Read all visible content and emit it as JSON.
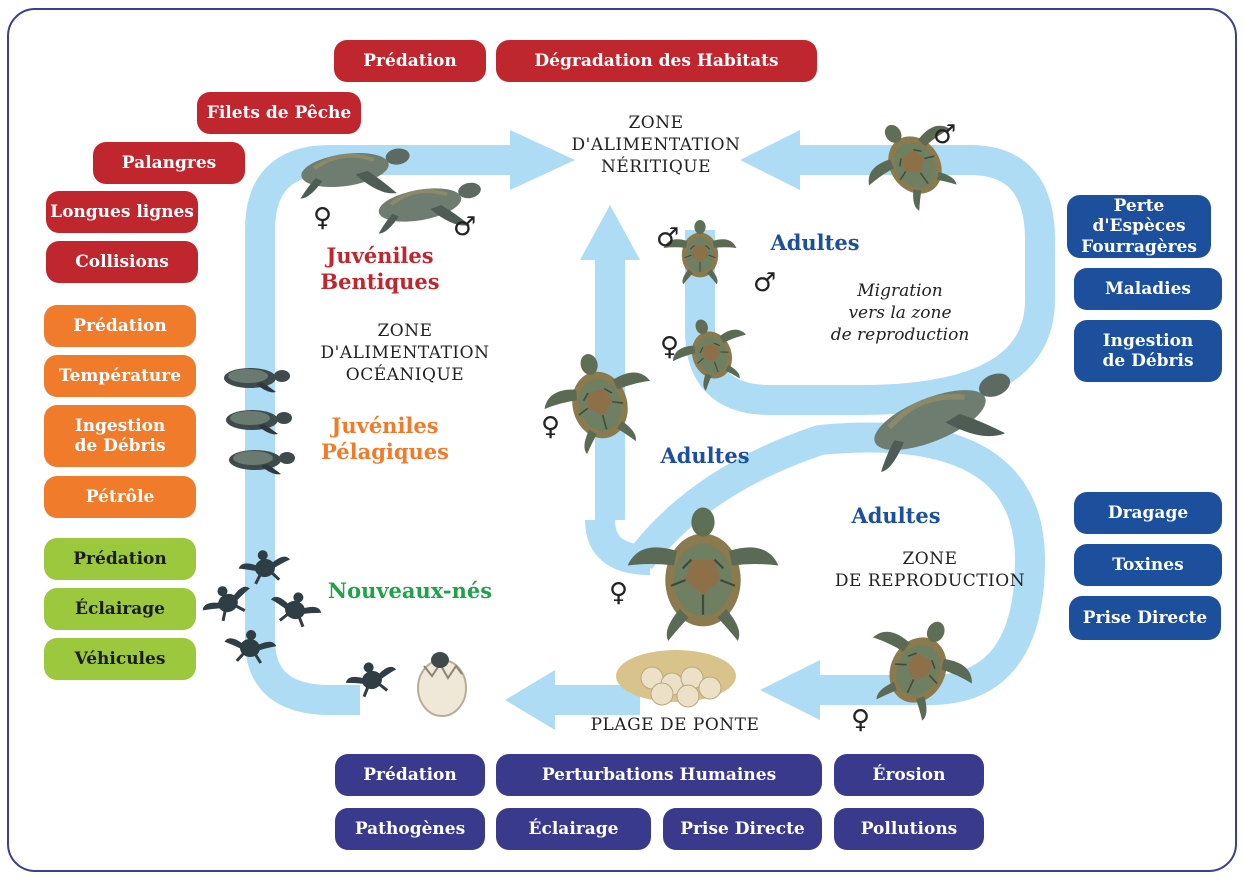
{
  "colors": {
    "red": "#c0262d",
    "orange": "#f07b2b",
    "green": "#9bc83c",
    "blue": "#1c4f9c",
    "navy": "#3a3a8c",
    "arrow": "#aedcf4",
    "frame": "#3b3f8f",
    "text_red": "#c0262d",
    "text_orange": "#f07b2b",
    "text_green": "#1fa34a",
    "text_blue": "#1c4f9c"
  },
  "threats": {
    "top_red": [
      "Prédation",
      "Dégradation des Habitats"
    ],
    "left_red": [
      "Filets de Pêche",
      "Palangres",
      "Longues lignes",
      "Collisions"
    ],
    "left_orange": [
      "Prédation",
      "Température",
      "Ingestion\nde Débris",
      "Pétrôle"
    ],
    "left_green": [
      "Prédation",
      "Éclairage",
      "Véhicules"
    ],
    "right_blue_top": [
      "Perte d'Espèces\nFourragères",
      "Maladies",
      "Ingestion\nde Débris"
    ],
    "right_blue_bottom": [
      "Dragage",
      "Toxines",
      "Prise Directe"
    ],
    "bottom_row1": [
      "Prédation",
      "Perturbations Humaines",
      "Érosion"
    ],
    "bottom_row2": [
      "Pathogènes",
      "Éclairage",
      "Prise Directe",
      "Pollutions"
    ]
  },
  "zones": {
    "neritic": "ZONE\nD'ALIMENTATION\nNÉRITIQUE",
    "oceanic": "ZONE\nD'ALIMENTATION\nOCÉANIQUE",
    "reproduction": "ZONE\nDE REPRODUCTION",
    "beach": "PLAGE DE PONTE"
  },
  "stages": {
    "benthic": "Juvéniles\nBentiques",
    "pelagic": "Juvéniles\nPélagiques",
    "hatchlings": "Nouveaux-nés",
    "adults_top": "Adultes",
    "adults_center": "Adultes",
    "adults_right": "Adultes"
  },
  "migration": "Migration\nvers la zone\nde reproduction",
  "symbols": {
    "female": "♀",
    "male": "♂"
  },
  "icons": [
    "turtle-icon",
    "hatchling-icon",
    "egg-icon",
    "nest-icon"
  ]
}
